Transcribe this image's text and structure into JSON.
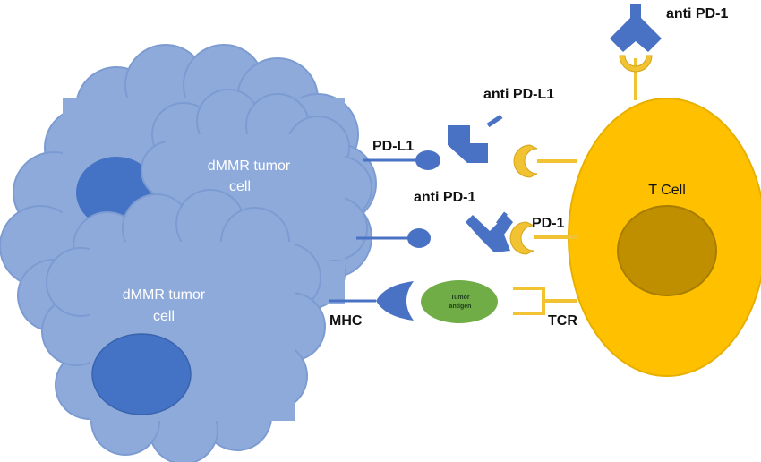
{
  "diagram": {
    "tumor_cell_back": {
      "line1": "dMMR tumor",
      "line2": "cell"
    },
    "tumor_cell_front": {
      "line1": "dMMR tumor",
      "line2": "cell"
    },
    "t_cell": {
      "label": "T Cell"
    },
    "labels": {
      "pdl1": "PD-L1",
      "anti_pdl1": "anti PD-L1",
      "anti_pd1_mid": "anti PD-1",
      "anti_pd1_top": "anti PD-1",
      "pd1": "PD-1",
      "mhc": "MHC",
      "tcr": "TCR",
      "antigen_line1": "Tumor",
      "antigen_line2": "antigen"
    },
    "colors": {
      "tumor_fill": "#8eaadb",
      "tumor_stroke": "#7c9bd2",
      "nucleus": "#4472c4",
      "receptor_blue": "#4a72c4",
      "tcell_fill": "#ffc000",
      "tcell_nucleus": "#bf8f00",
      "receptor_gold": "#f1c232",
      "antigen_green": "#70ad47"
    }
  }
}
